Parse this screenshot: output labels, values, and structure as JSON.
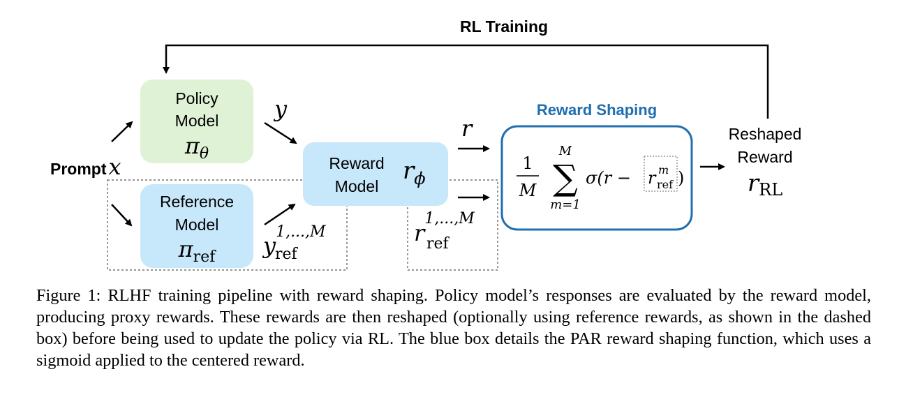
{
  "feedback_loop": {
    "label": "RL Training"
  },
  "policy": {
    "line1": "Policy",
    "line2": "Model",
    "symbol": "π",
    "sub": "θ",
    "fill": "#dff2d6"
  },
  "reference": {
    "line1": "Reference",
    "line2": "Model",
    "symbol": "π",
    "sub": "ref",
    "fill": "#c7e7fa"
  },
  "prompt": {
    "label": "Prompt",
    "var": "x"
  },
  "reward_model": {
    "line1": "Reward",
    "line2": "Model",
    "symbol": "r",
    "sub": "ϕ",
    "fill": "#c7e7fa"
  },
  "edges": {
    "y": "y",
    "yref": "y",
    "yref_sub": "ref",
    "yref_sup": "1,...,M",
    "r": "r",
    "rref": "r",
    "rref_sub": "ref",
    "rref_sup": "1,...,M"
  },
  "shaping": {
    "title": "Reward Shaping",
    "accent": "#1f6fb0",
    "frac_num": "1",
    "frac_den": "M",
    "sum_top": "M",
    "sum_bottom": "m=1",
    "sigma": "σ(r − ",
    "rref_base": "r",
    "rref_sup": "m",
    "rref_sub": "ref",
    "close": ")"
  },
  "output": {
    "line1": "Reshaped",
    "line2": "Reward",
    "symbol": "r",
    "sub": "RL"
  },
  "caption": "Figure 1: RLHF training pipeline with reward shaping. Policy model’s responses are evaluated by the reward model, producing proxy rewards. These rewards are then reshaped (optionally using reference rewards, as shown in the dashed box) before being used to update the policy via RL. The blue box details the PAR reward shaping function, which uses a sigmoid applied to the centered reward."
}
